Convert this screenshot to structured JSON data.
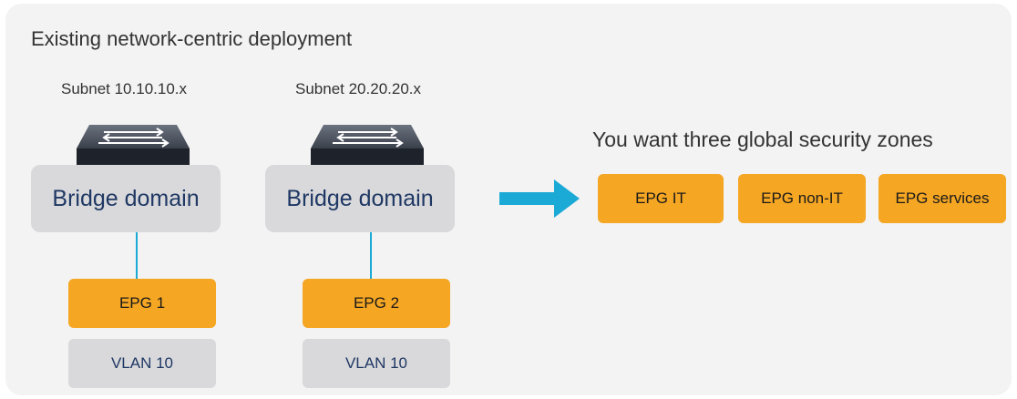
{
  "diagram": {
    "title": "Existing network-centric deployment",
    "left": {
      "subnet": "Subnet 10.10.10.x",
      "bridge_domain": "Bridge domain",
      "epg": "EPG 1",
      "vlan": "VLAN 10"
    },
    "right": {
      "subnet": "Subnet 20.20.20.x",
      "bridge_domain": "Bridge domain",
      "epg": "EPG 2",
      "vlan": "VLAN 10"
    },
    "zones": {
      "title": "You want three global security zones",
      "items": [
        "EPG IT",
        "EPG non-IT",
        "EPG services"
      ]
    },
    "colors": {
      "panel": "#f3f3f3",
      "epg": "#f5a623",
      "bridge_domain": "#d9d9db",
      "link": "#1ba9d6",
      "arrow": "#1ba9d6",
      "text_blue": "#1f3864"
    }
  }
}
